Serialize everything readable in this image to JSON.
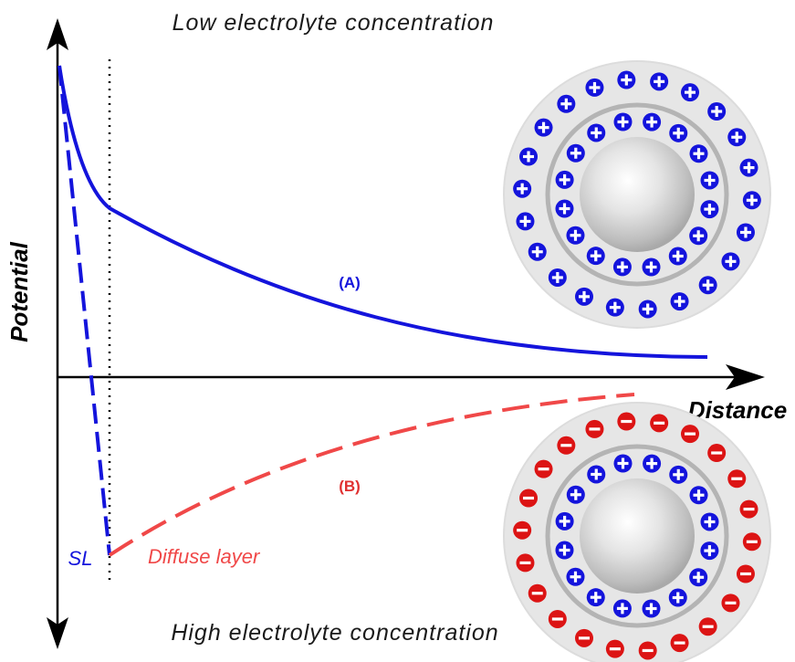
{
  "titles": {
    "top": "Low electrolyte concentration",
    "bottom": "High electrolyte concentration"
  },
  "axes": {
    "y_label": "Potential",
    "x_label": "Distance"
  },
  "curves": {
    "a_label": "(A)",
    "b_label": "(B)"
  },
  "annotations": {
    "stern_layer": "SL",
    "diffuse_layer": "Diffuse layer"
  },
  "particles": {
    "top": {
      "inner_ion": "+",
      "outer_ion": "+",
      "inner_count": 16,
      "outer_count": 22
    },
    "bottom": {
      "inner_ion": "+",
      "outer_ion": "−",
      "inner_count": 16,
      "outer_count": 22
    }
  },
  "colors": {
    "curve_a": "#1414dc",
    "curve_b": "#f04848",
    "positive_ion": "#1414dc",
    "negative_ion": "#dc1414",
    "axis": "#000000",
    "label_text": "#1a1a1a"
  },
  "icons": {
    "y_arrow": "double-headed-vertical-arrow",
    "x_arrow": "right-arrow",
    "particle": "charged-colloid-particle"
  }
}
